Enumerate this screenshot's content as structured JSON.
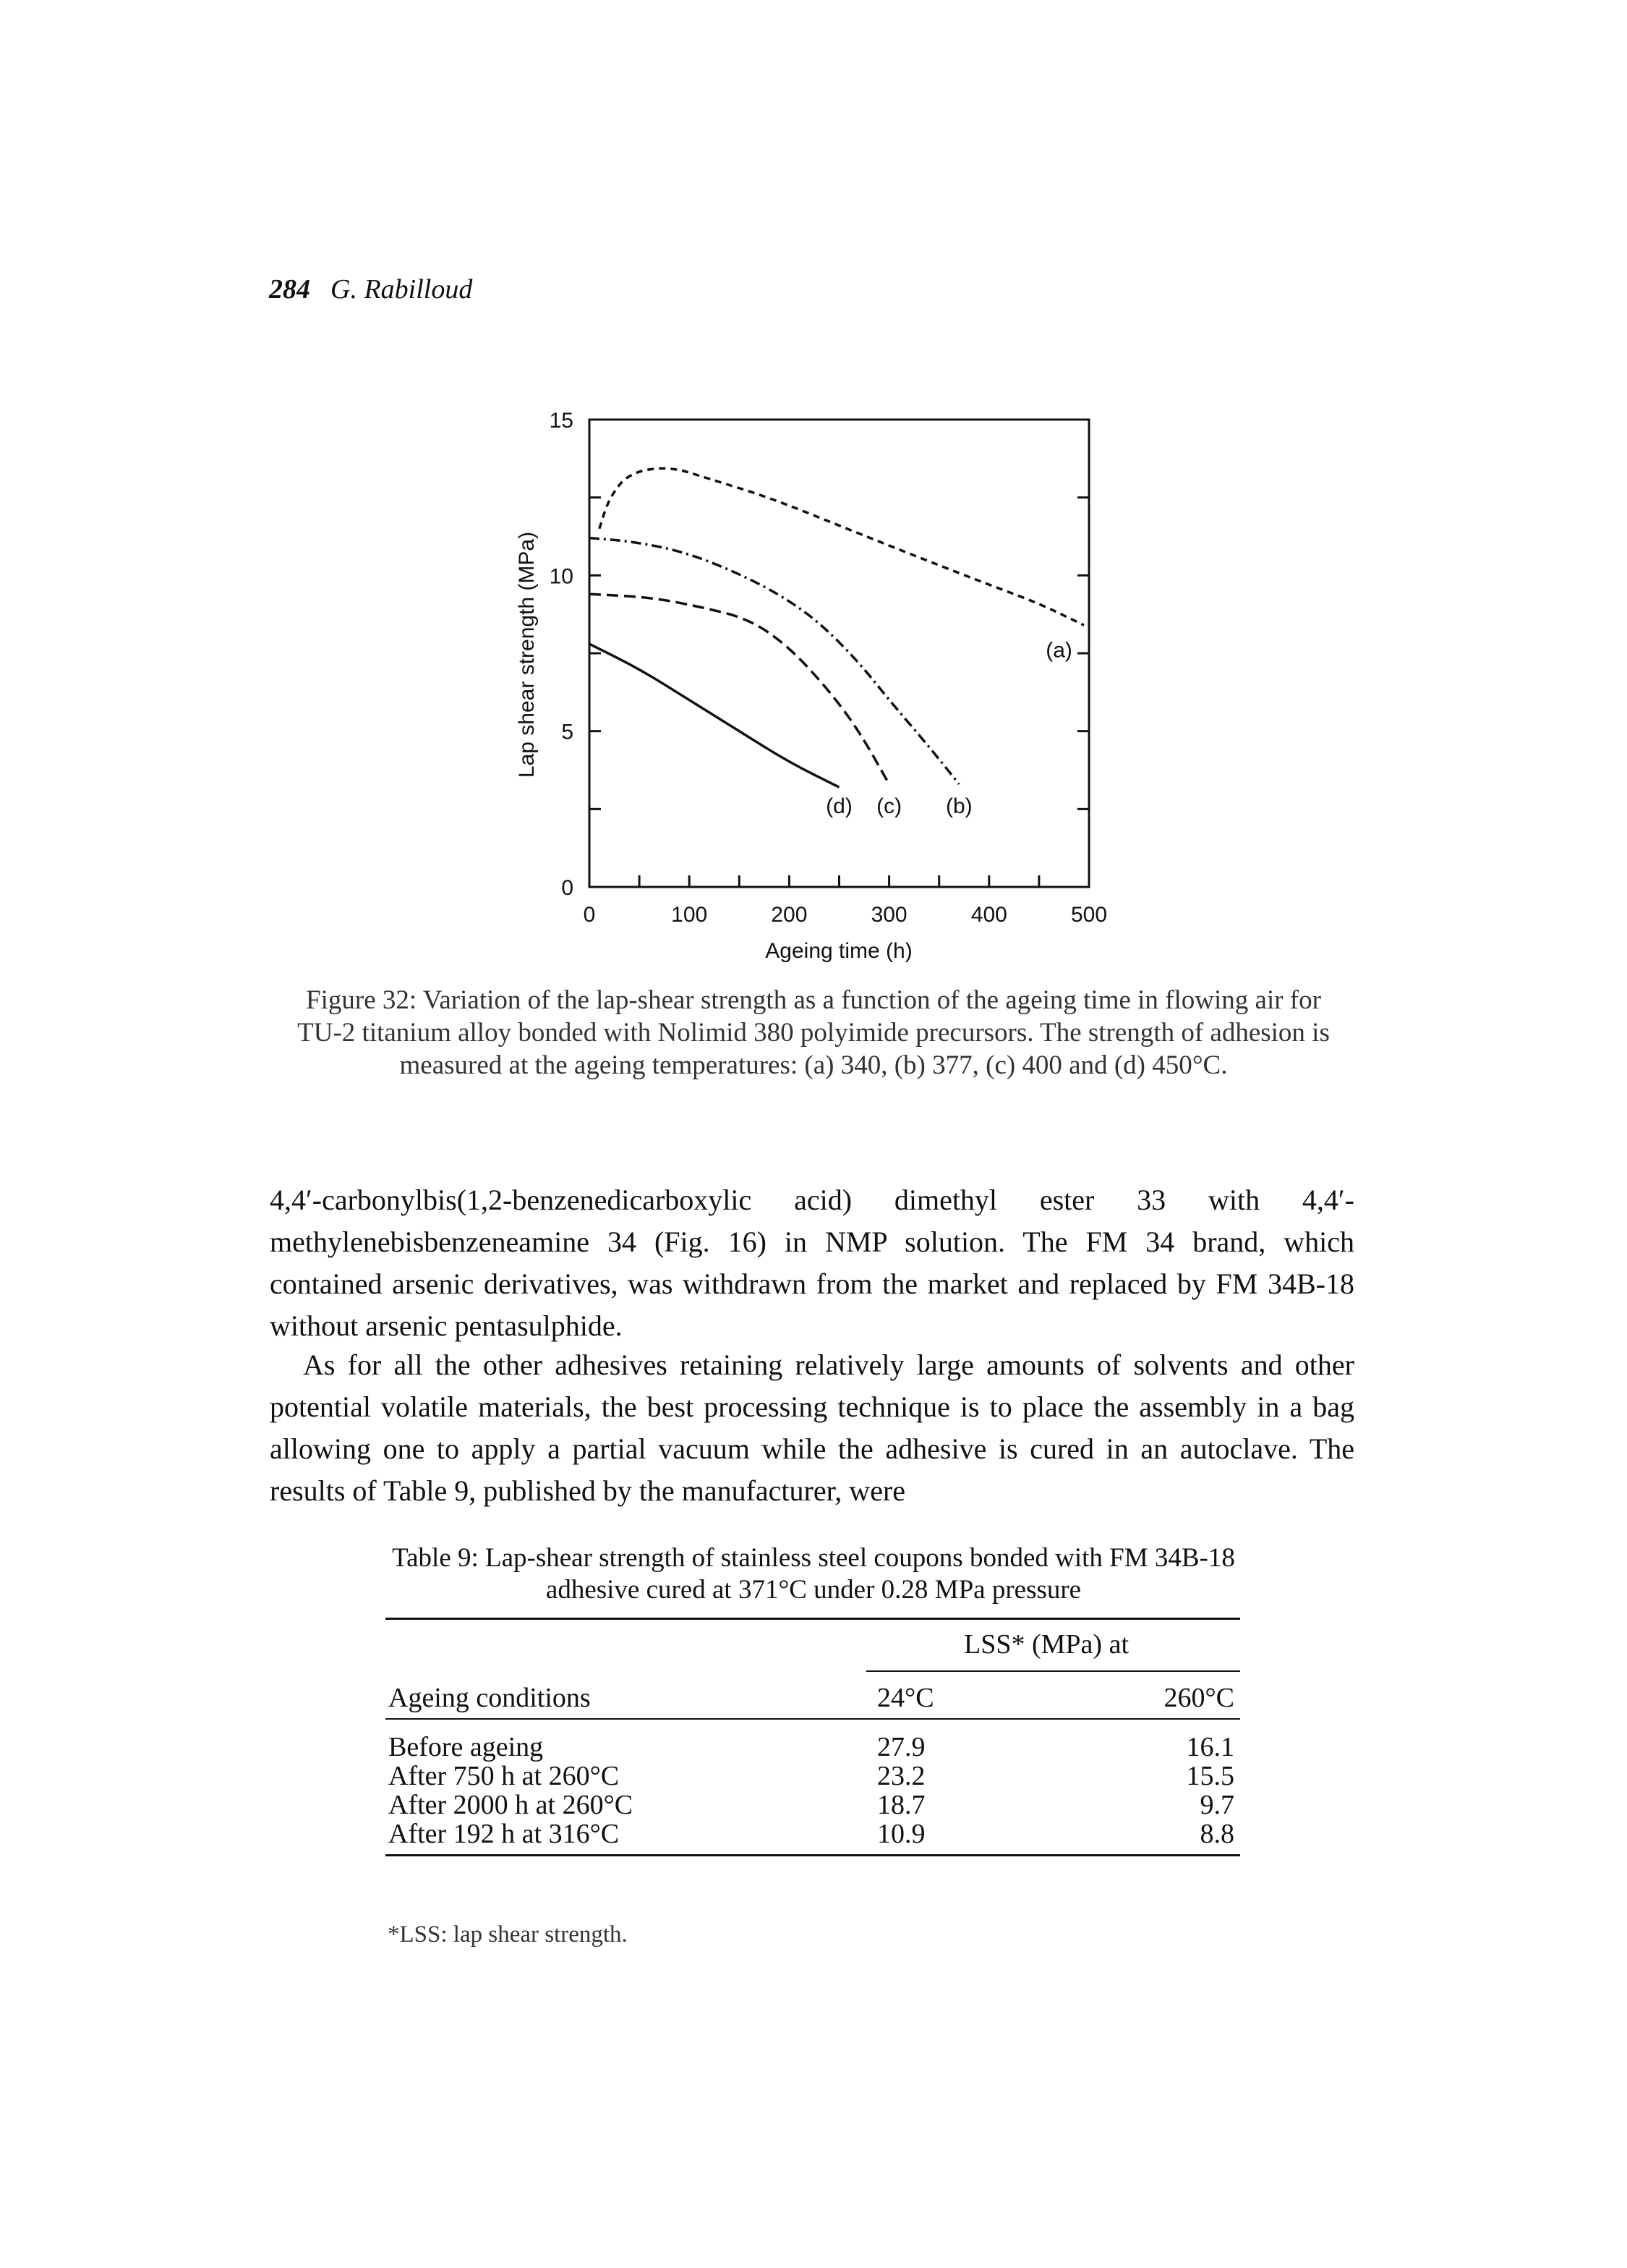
{
  "header": {
    "page_number": "284",
    "author": "G. Rabilloud"
  },
  "figure": {
    "caption": "Figure 32: Variation of the lap-shear strength as a function of the ageing time in flowing air for TU-2 titanium alloy bonded with Nolimid 380 polyimide precursors. The strength of adhesion is measured at the ageing temperatures: (a) 340, (b) 377, (c) 400 and (d) 450°C."
  },
  "chart_data": {
    "type": "line",
    "xlabel": "Ageing time  (h)",
    "ylabel": "Lap shear strength  (MPa)",
    "xlim": [
      0,
      500
    ],
    "ylim": [
      0,
      15
    ],
    "xticks": [
      "0",
      "100",
      "200",
      "300",
      "400",
      "500"
    ],
    "yticks": [
      "0",
      "5",
      "10",
      "15"
    ],
    "grid": false,
    "series": [
      {
        "name": "(a)",
        "dash": "9 7",
        "x": [
          10,
          20,
          40,
          80,
          120,
          180,
          250,
          320,
          400,
          450,
          495
        ],
        "y": [
          11.5,
          12.5,
          13.3,
          13.5,
          13.1,
          12.5,
          11.6,
          10.7,
          9.7,
          9.1,
          8.4
        ]
      },
      {
        "name": "(b)",
        "dash": "14 6 3 6",
        "x": [
          0,
          40,
          90,
          140,
          190,
          230,
          270,
          300,
          340,
          370
        ],
        "y": [
          11.2,
          11.1,
          10.8,
          10.2,
          9.4,
          8.5,
          7.2,
          6.0,
          4.5,
          3.3
        ]
      },
      {
        "name": "(c)",
        "dash": "16 8",
        "x": [
          0,
          60,
          110,
          160,
          200,
          240,
          270,
          300
        ],
        "y": [
          9.4,
          9.3,
          9.0,
          8.6,
          7.7,
          6.3,
          5.0,
          3.3
        ]
      },
      {
        "name": "(d)",
        "dash": "",
        "x": [
          0,
          50,
          100,
          150,
          200,
          250
        ],
        "y": [
          7.8,
          7.0,
          6.0,
          5.0,
          4.0,
          3.2
        ]
      }
    ]
  },
  "paragraph1": "4,4′-carbonylbis(1,2-benzenedicarboxylic acid) dimethyl ester 33 with 4,4′-methylenebisbenzeneamine 34 (Fig. 16) in NMP solution. The FM 34 brand, which contained arsenic derivatives, was withdrawn from the market and replaced by FM 34B-18 without arsenic pentasulphide.",
  "paragraph2": "As for all the other adhesives retaining relatively large amounts of solvents and other potential volatile materials, the best processing technique is to place the assembly in a bag allowing one to apply a partial vacuum while the adhesive is cured in an autoclave. The results of Table 9, published by the manufacturer, were",
  "table": {
    "caption": "Table 9: Lap-shear strength of stainless steel coupons bonded with FM 34B-18 adhesive cured at 371°C under 0.28 MPa pressure",
    "group_header": "LSS* (MPa) at",
    "headers": [
      "Ageing conditions",
      "24°C",
      "260°C"
    ],
    "rows": [
      [
        "Before ageing",
        "27.9",
        "16.1"
      ],
      [
        "After 750 h at 260°C",
        "23.2",
        "15.5"
      ],
      [
        "After 2000 h at 260°C",
        "18.7",
        "9.7"
      ],
      [
        "After 192 h at 316°C",
        "10.9",
        "8.8"
      ]
    ],
    "footnote": "*LSS: lap shear strength."
  }
}
